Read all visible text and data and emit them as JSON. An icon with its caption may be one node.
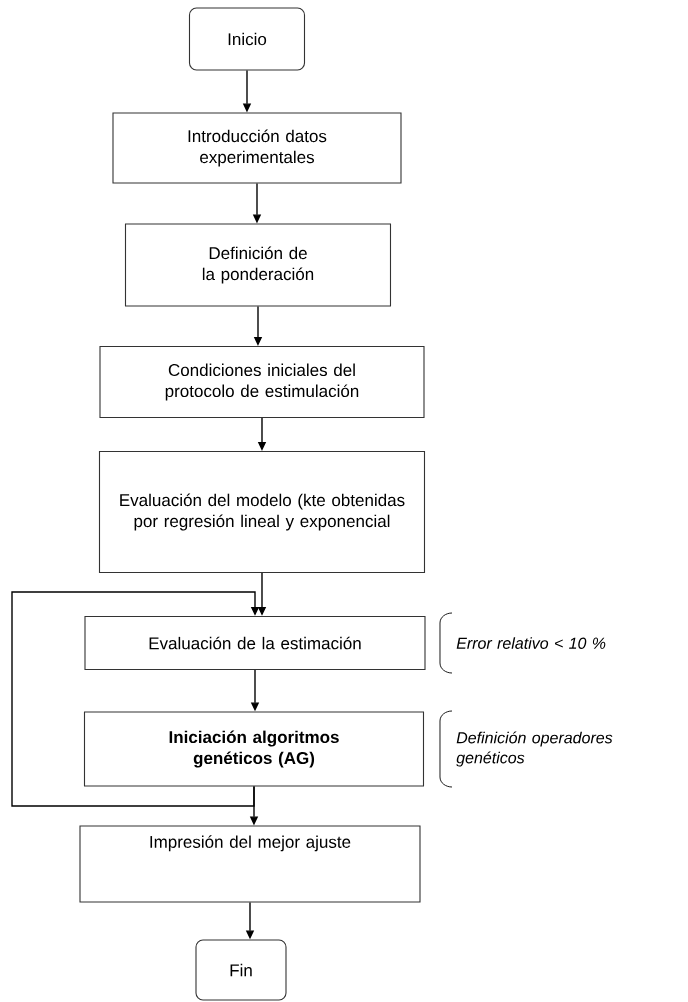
{
  "diagram": {
    "nodes": [
      {
        "text": [
          "Inicio"
        ]
      },
      {
        "text": [
          "Introducción datos experimentales"
        ]
      },
      {
        "text": [
          "Definición de la ponderación"
        ]
      },
      {
        "text": [
          "Condiciones iniciales del protocolo de estimulación"
        ]
      },
      {
        "text": [
          "Evaluación del modelo (kte obtenidas por regresión lineal y exponencial"
        ]
      },
      {
        "text": [
          "Evaluación de la estimación"
        ],
        "beside": [
          "Error relativo < 10 %"
        ]
      },
      {
        "text": [
          "Iniciación algoritmos genéticos (AG)"
        ],
        "beside": [
          "Definición operadores genéticos"
        ]
      },
      {
        "text": [
          "Impresión del mejor ajuste"
        ]
      },
      {
        "text": [
          "Fin"
        ]
      }
    ],
    "edges": [
      {
        "from": 0,
        "to": 1,
        "arrow": "to"
      },
      {
        "from": 1,
        "to": 2,
        "arrow": "to"
      },
      {
        "from": 2,
        "to": 3,
        "arrow": "to"
      },
      {
        "from": 3,
        "to": 4,
        "arrow": "to"
      },
      {
        "from": 4,
        "to": 5,
        "arrow": "to"
      },
      {
        "from": 5,
        "to": 6,
        "arrow": "to"
      },
      {
        "from": 6,
        "to": 7,
        "arrow": "to"
      },
      {
        "from": 7,
        "to": 8,
        "arrow": "to"
      },
      {
        "from": 6,
        "to": 5,
        "arrow": "to"
      }
    ]
  }
}
